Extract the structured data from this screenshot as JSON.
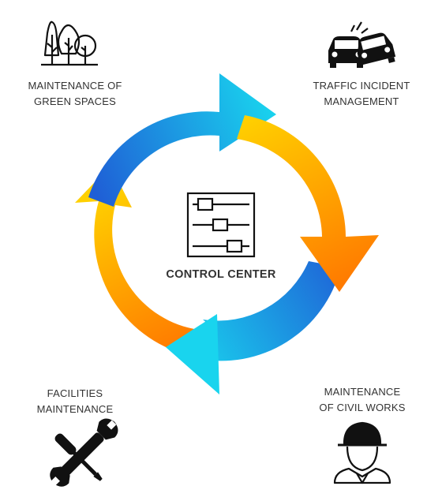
{
  "center": {
    "title": "CONTROL CENTER",
    "icon": "sliders-icon"
  },
  "stages": [
    {
      "position": "top-left",
      "lines": [
        "MAINTENANCE OF",
        "GREEN SPACES"
      ],
      "icon": "trees-icon"
    },
    {
      "position": "top-right",
      "lines": [
        "TRAFFIC INCIDENT",
        "MANAGEMENT"
      ],
      "icon": "car-crash-icon"
    },
    {
      "position": "bottom-right",
      "lines": [
        "MAINTENANCE",
        "OF CIVIL WORKS"
      ],
      "icon": "worker-hardhat-icon"
    },
    {
      "position": "bottom-left",
      "lines": [
        "FACILITIES",
        "MAINTENANCE"
      ],
      "icon": "wrench-screwdriver-icon"
    }
  ],
  "colors": {
    "blue": "#1f5fd6",
    "cyan": "#19d4ee",
    "yellow": "#ffd000",
    "orange": "#ff7a00",
    "text": "#333333",
    "icon": "#111111"
  }
}
